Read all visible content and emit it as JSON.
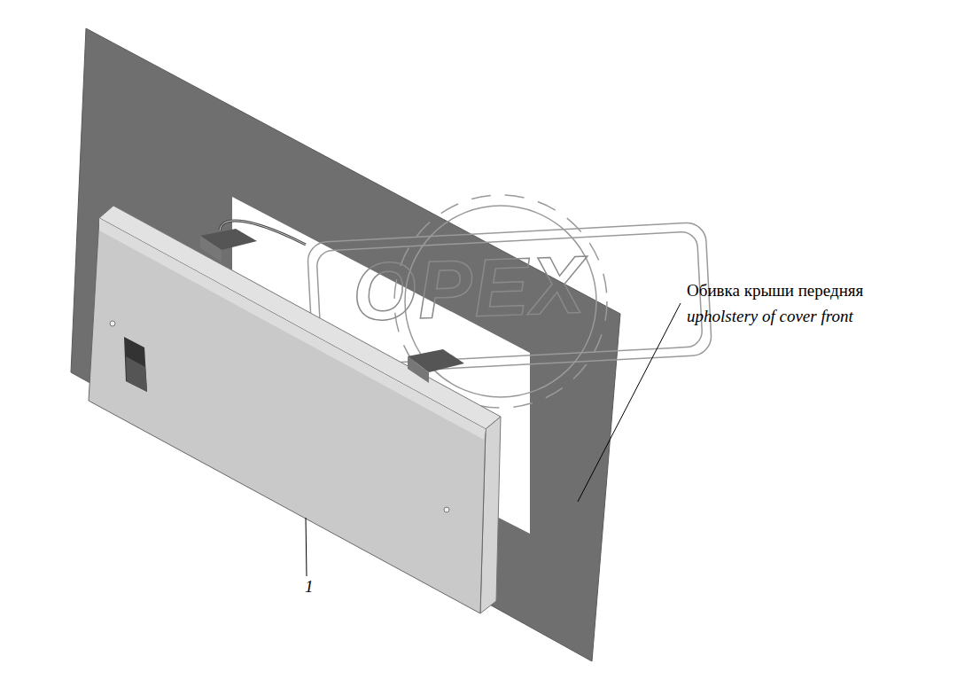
{
  "diagram": {
    "labels": [
      "Обивка крыши передняя",
      "upholstery of cover front",
      "1",
      "OPEX"
    ]
  }
}
